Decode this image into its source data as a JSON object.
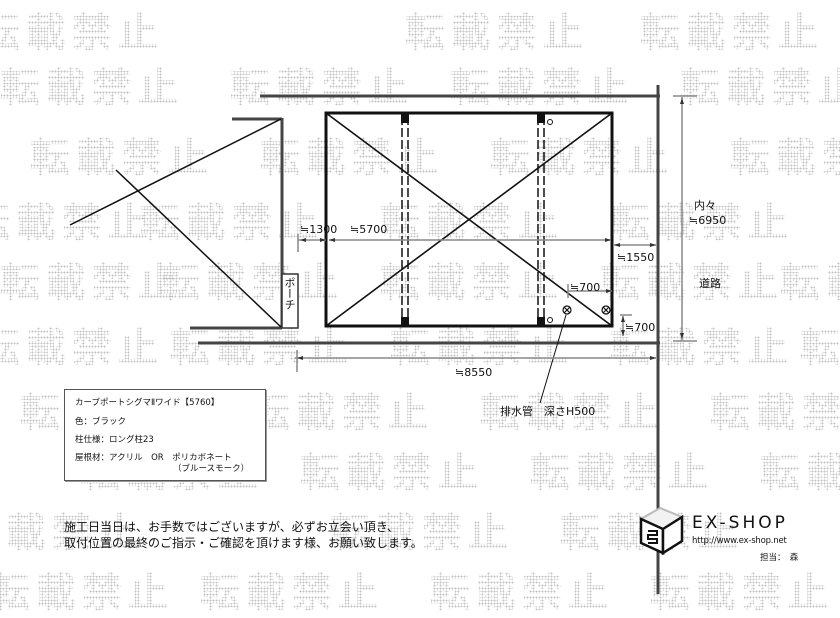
{
  "watermark": {
    "text": "転載禁止",
    "color": "#bdbdbd",
    "positions": [
      [
        -20,
        0
      ],
      [
        405,
        0
      ],
      [
        640,
        0
      ],
      [
        0,
        55
      ],
      [
        230,
        55
      ],
      [
        450,
        55
      ],
      [
        680,
        55
      ],
      [
        30,
        125
      ],
      [
        260,
        125
      ],
      [
        490,
        125
      ],
      [
        730,
        125
      ],
      [
        -30,
        190
      ],
      [
        140,
        190
      ],
      [
        380,
        190
      ],
      [
        610,
        190
      ],
      [
        0,
        250
      ],
      [
        160,
        250
      ],
      [
        380,
        250
      ],
      [
        600,
        250
      ],
      [
        780,
        250
      ],
      [
        -20,
        315
      ],
      [
        170,
        315
      ],
      [
        390,
        315
      ],
      [
        610,
        315
      ],
      [
        800,
        315
      ],
      [
        20,
        380
      ],
      [
        250,
        380
      ],
      [
        480,
        380
      ],
      [
        710,
        380
      ],
      [
        80,
        440
      ],
      [
        300,
        440
      ],
      [
        530,
        440
      ],
      [
        760,
        440
      ],
      [
        -40,
        500
      ],
      [
        330,
        500
      ],
      [
        560,
        500
      ],
      [
        -10,
        560
      ],
      [
        200,
        560
      ],
      [
        430,
        560
      ],
      [
        650,
        560
      ]
    ]
  },
  "drawing": {
    "porch_label": "ポーチ",
    "road_label": "道路",
    "inner_label": "内々",
    "dims": {
      "porch_gap": "≒1300",
      "carport_width": "≒5700",
      "right_gap": "≒1550",
      "drain_offset_x": "≒700",
      "drain_offset_y": "≒700",
      "total_width": "≒8550",
      "depth": "≒6950"
    },
    "drain_label": "排水管　深さH500"
  },
  "spec_box": {
    "product": "カーブポートシグマⅡワイド【5760】",
    "color": "色：ブラック",
    "pillar": "柱仕様：ロング柱23",
    "roof": "屋根材：アクリル　OR　ポリカボネート",
    "roof_color": "（ブルースモーク）"
  },
  "note": {
    "line1": "施工日当日は、お手数ではございますが、必ずお立会い頂き、",
    "line2": "取付位置の最終のご指示・ご確認を頂けます様、お願い致します。"
  },
  "logo": {
    "brand": "EX-SHOP",
    "url": "http://www.ex-shop.net",
    "staff": "担当：　森"
  },
  "colors": {
    "line": "#111111",
    "wall": "#444444",
    "dim": "#888888"
  }
}
